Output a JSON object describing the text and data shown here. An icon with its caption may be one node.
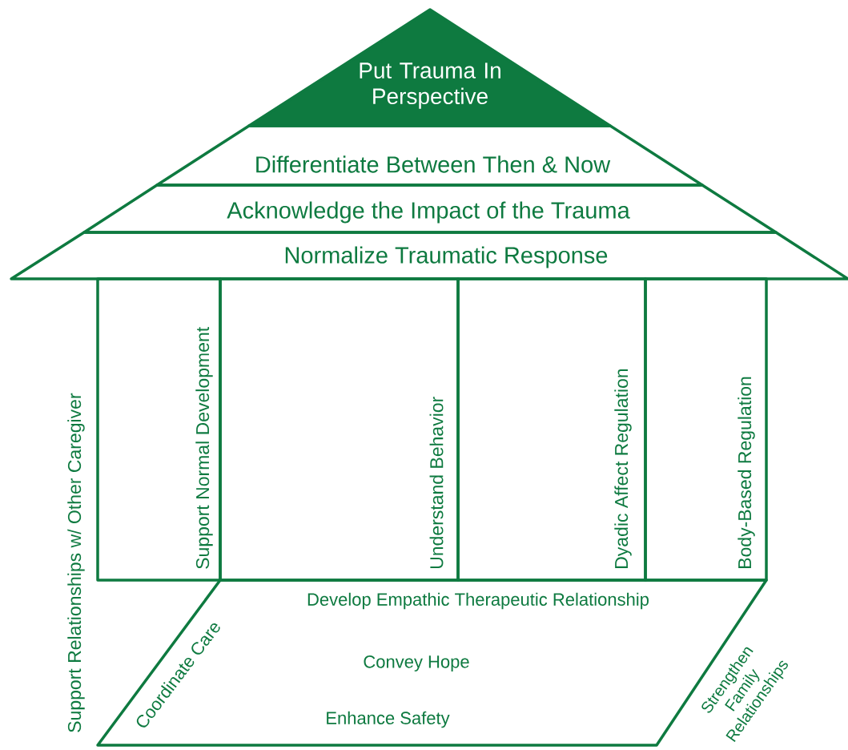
{
  "diagram": {
    "nodes": [
      {
        "text": [
          "Put Trauma In Perspective"
        ]
      },
      {
        "text": [
          "Differentiate Between Then & Now"
        ]
      },
      {
        "text": [
          "Acknowledge the Impact of the Trauma"
        ]
      },
      {
        "text": [
          "Normalize Traumatic Response"
        ]
      },
      {
        "text": [
          "Support Normal Development"
        ]
      },
      {
        "text": [
          "Understand Behavior"
        ]
      },
      {
        "text": [
          "Dyadic Affect Regulation"
        ]
      },
      {
        "text": [
          "Body-Based Regulation"
        ]
      },
      {
        "text": [
          "Develop Empathic Therapeutic Relationship",
          "Convey Hope",
          "Enhance Safety",
          "Coordinate Care"
        ],
        "beside": [
          "Strengthen Family Relationships"
        ]
      }
    ],
    "labels": [
      "Support Relationships w/ Other Caregiver"
    ]
  }
}
